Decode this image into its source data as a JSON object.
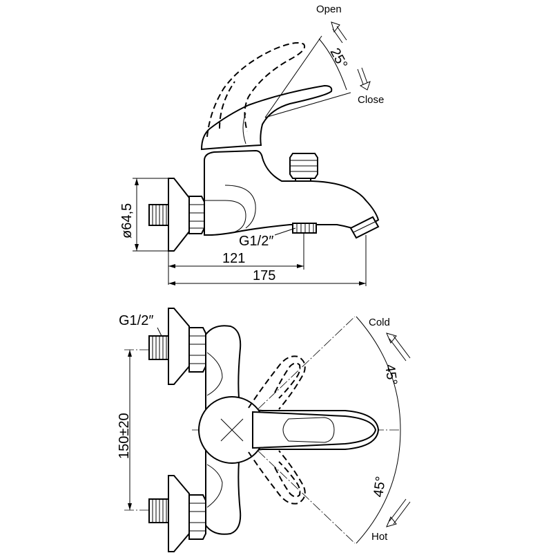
{
  "labels": {
    "open": "Open",
    "close": "Close",
    "angle_top": "25°",
    "dia": "ø64,5",
    "thread_side": "G1/2″",
    "dim_121": "121",
    "dim_175": "175",
    "thread_top": "G1/2″",
    "dim_150": "150±20",
    "cold": "Cold",
    "hot": "Hot",
    "angle_cold": "45°",
    "angle_hot": "45°"
  },
  "colors": {
    "line": "#000000",
    "background": "#ffffff"
  }
}
